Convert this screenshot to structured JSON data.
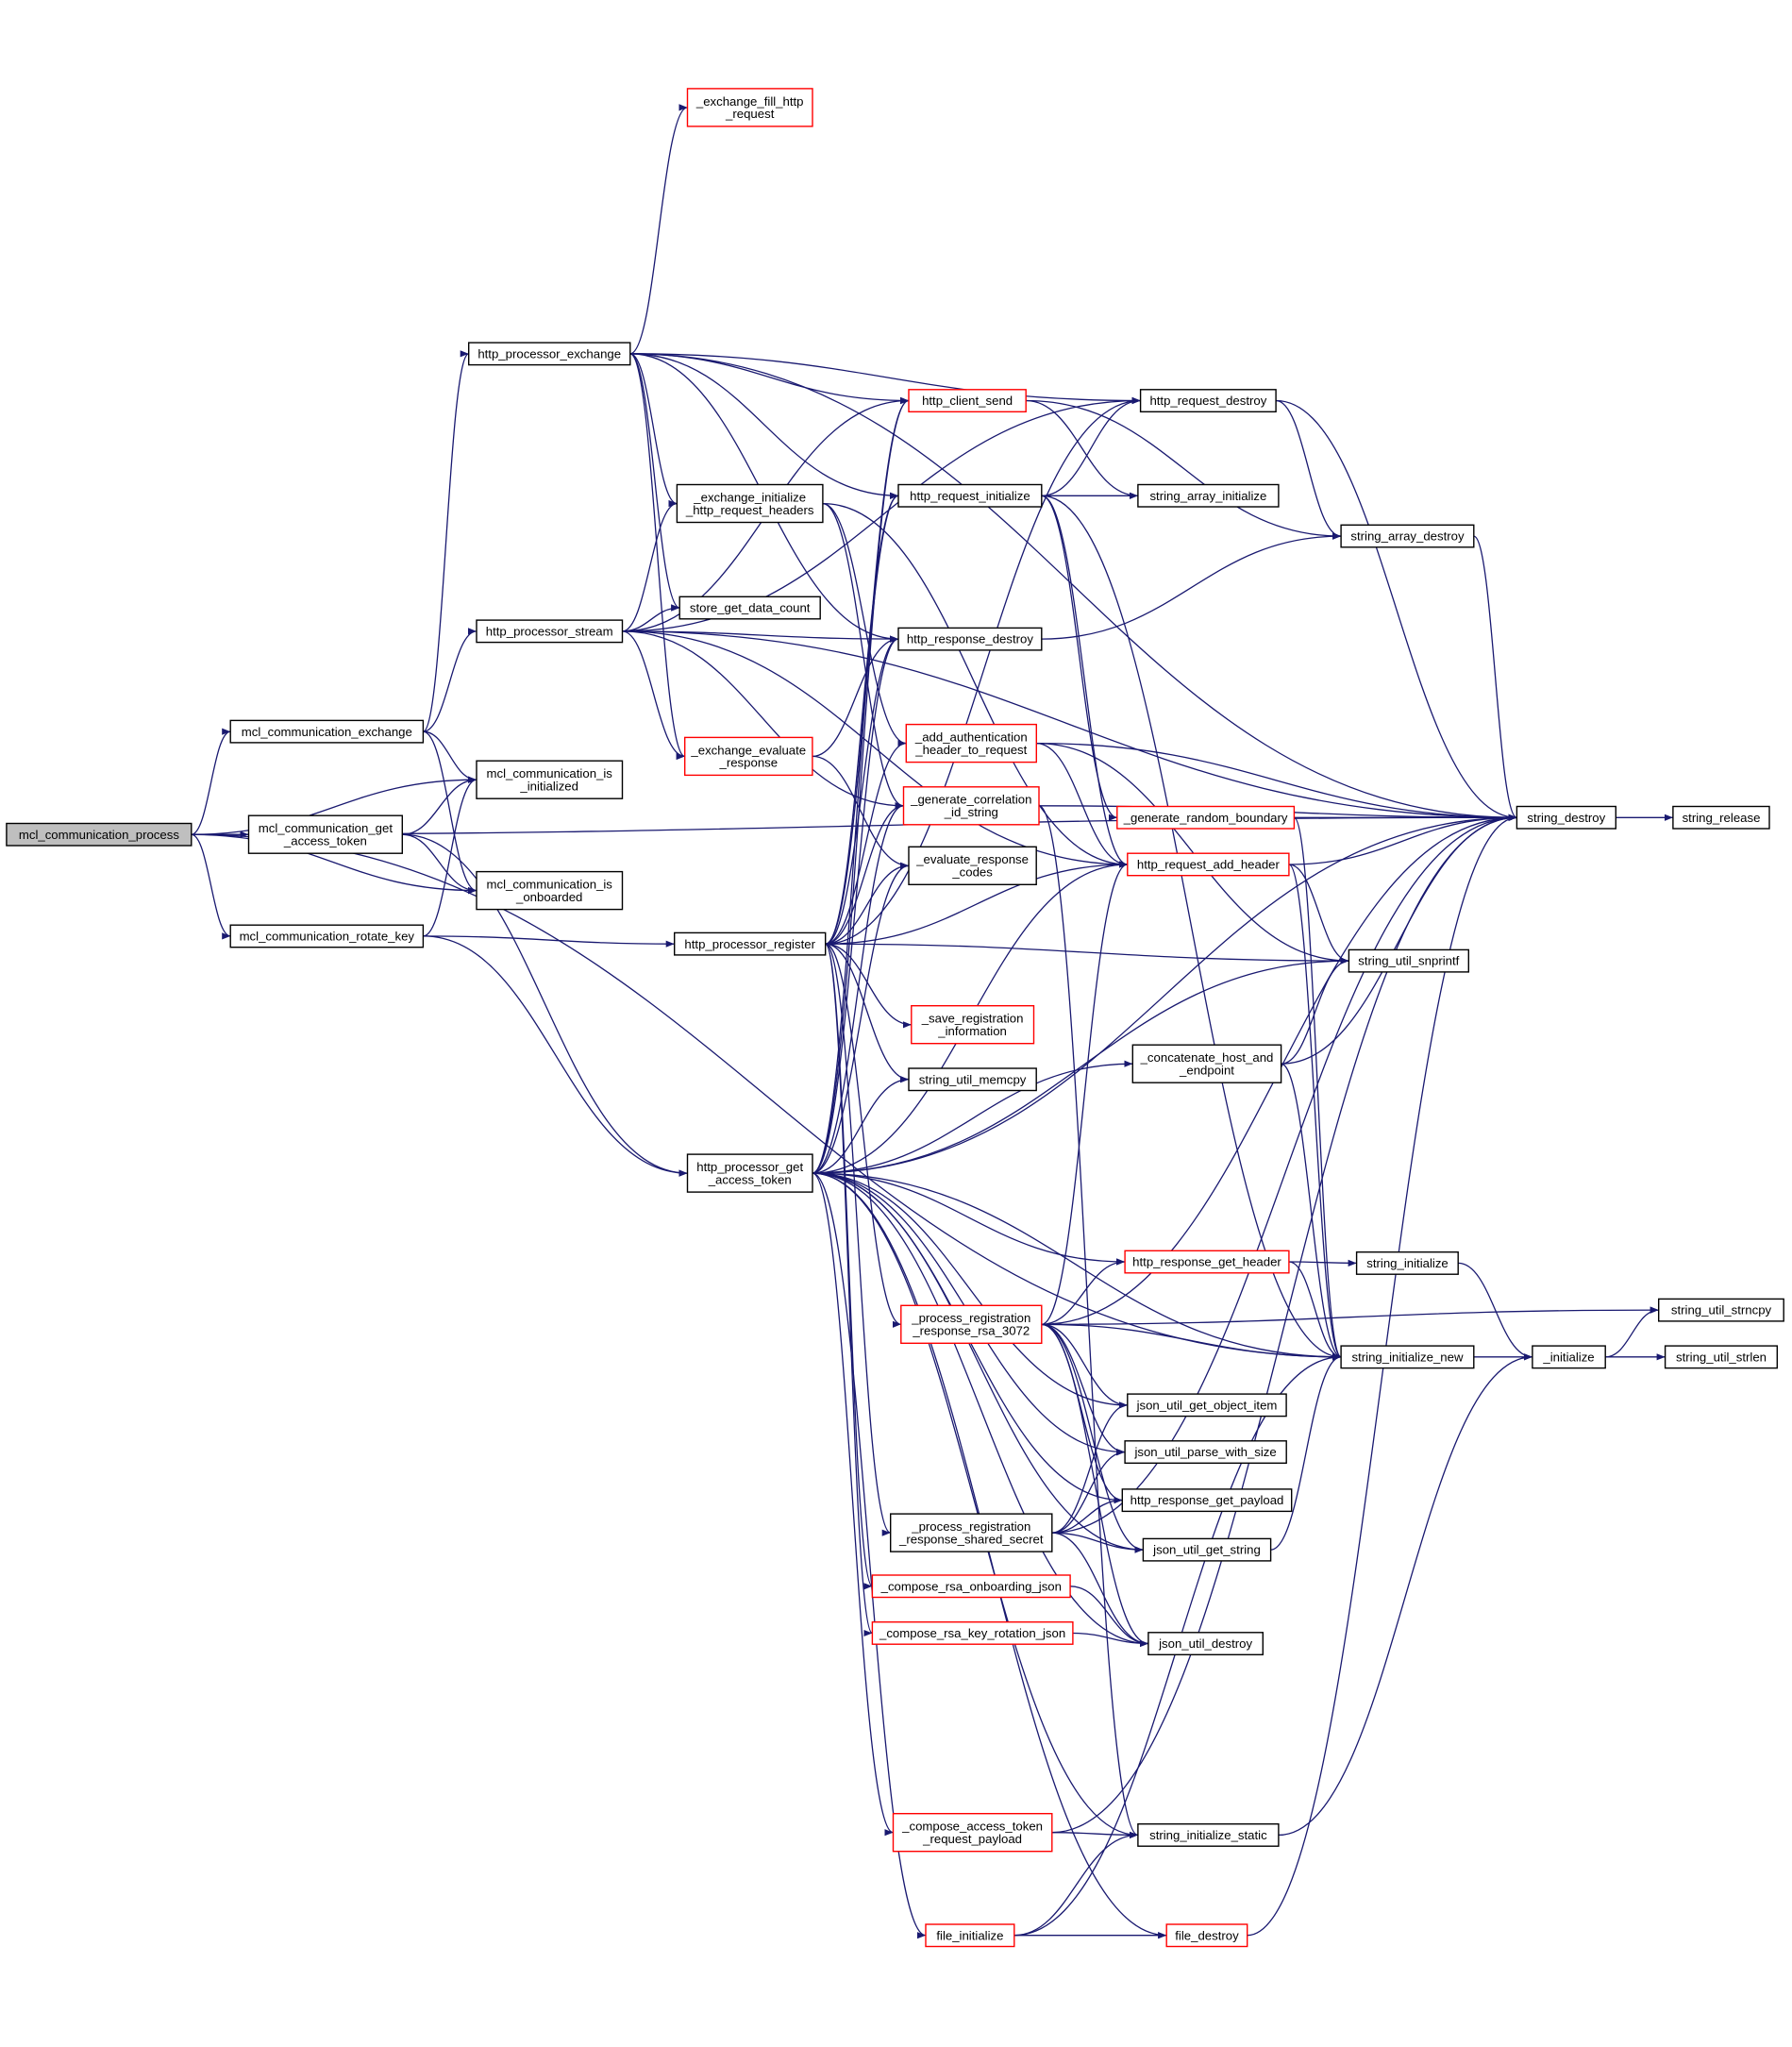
{
  "colors": {
    "edge": "#191970",
    "border_normal": "#000000",
    "border_truncated": "#ff0000",
    "root_fill": "#bfbfbf",
    "background": "#ffffff"
  },
  "nodes": [
    {
      "id": "mcl_communication_process",
      "lines": [
        "mcl_communication_process"
      ],
      "truncated": false,
      "root": true
    },
    {
      "id": "mcl_communication_exchange",
      "lines": [
        "mcl_communication_exchange"
      ],
      "truncated": false
    },
    {
      "id": "mcl_communication_get_access_token",
      "lines": [
        "mcl_communication_get",
        "_access_token"
      ],
      "truncated": false
    },
    {
      "id": "mcl_communication_rotate_key",
      "lines": [
        "mcl_communication_rotate_key"
      ],
      "truncated": false
    },
    {
      "id": "mcl_communication_is_initialized",
      "lines": [
        "mcl_communication_is",
        "_initialized"
      ],
      "truncated": false
    },
    {
      "id": "mcl_communication_is_onboarded",
      "lines": [
        "mcl_communication_is",
        "_onboarded"
      ],
      "truncated": false
    },
    {
      "id": "http_processor_exchange",
      "lines": [
        "http_processor_exchange"
      ],
      "truncated": false
    },
    {
      "id": "http_processor_stream",
      "lines": [
        "http_processor_stream"
      ],
      "truncated": false
    },
    {
      "id": "http_processor_register",
      "lines": [
        "http_processor_register"
      ],
      "truncated": false
    },
    {
      "id": "http_processor_get_access_token",
      "lines": [
        "http_processor_get",
        "_access_token"
      ],
      "truncated": false
    },
    {
      "id": "_exchange_fill_http_request",
      "lines": [
        "_exchange_fill_http",
        "_request"
      ],
      "truncated": true
    },
    {
      "id": "_exchange_initialize_http_request_headers",
      "lines": [
        "_exchange_initialize",
        "_http_request_headers"
      ],
      "truncated": false
    },
    {
      "id": "store_get_data_count",
      "lines": [
        "store_get_data_count"
      ],
      "truncated": false
    },
    {
      "id": "_exchange_evaluate_response",
      "lines": [
        "_exchange_evaluate",
        "_response"
      ],
      "truncated": true
    },
    {
      "id": "http_client_send",
      "lines": [
        "http_client_send"
      ],
      "truncated": true
    },
    {
      "id": "http_request_initialize",
      "lines": [
        "http_request_initialize"
      ],
      "truncated": false
    },
    {
      "id": "http_response_destroy",
      "lines": [
        "http_response_destroy"
      ],
      "truncated": false
    },
    {
      "id": "_add_authentication_header_to_request",
      "lines": [
        "_add_authentication",
        "_header_to_request"
      ],
      "truncated": true
    },
    {
      "id": "_generate_correlation_id_string",
      "lines": [
        "_generate_correlation",
        "_id_string"
      ],
      "truncated": true
    },
    {
      "id": "_evaluate_response_codes",
      "lines": [
        "_evaluate_response",
        "_codes"
      ],
      "truncated": false
    },
    {
      "id": "_save_registration_information",
      "lines": [
        "_save_registration",
        "_information"
      ],
      "truncated": true
    },
    {
      "id": "string_util_memcpy",
      "lines": [
        "string_util_memcpy"
      ],
      "truncated": false
    },
    {
      "id": "_process_registration_response_rsa_3072",
      "lines": [
        "_process_registration",
        "_response_rsa_3072"
      ],
      "truncated": true
    },
    {
      "id": "_process_registration_response_shared_secret",
      "lines": [
        "_process_registration",
        "_response_shared_secret"
      ],
      "truncated": false
    },
    {
      "id": "_compose_rsa_onboarding_json",
      "lines": [
        "_compose_rsa_onboarding_json"
      ],
      "truncated": true
    },
    {
      "id": "_compose_rsa_key_rotation_json",
      "lines": [
        "_compose_rsa_key_rotation_json"
      ],
      "truncated": true
    },
    {
      "id": "_compose_access_token_request_payload",
      "lines": [
        "_compose_access_token",
        "_request_payload"
      ],
      "truncated": true
    },
    {
      "id": "file_initialize",
      "lines": [
        "file_initialize"
      ],
      "truncated": true
    },
    {
      "id": "http_request_destroy",
      "lines": [
        "http_request_destroy"
      ],
      "truncated": false
    },
    {
      "id": "string_array_initialize",
      "lines": [
        "string_array_initialize"
      ],
      "truncated": false
    },
    {
      "id": "_generate_random_boundary",
      "lines": [
        "_generate_random_boundary"
      ],
      "truncated": true
    },
    {
      "id": "http_request_add_header",
      "lines": [
        "http_request_add_header"
      ],
      "truncated": true
    },
    {
      "id": "_concatenate_host_and_endpoint",
      "lines": [
        "_concatenate_host_and",
        "_endpoint"
      ],
      "truncated": false
    },
    {
      "id": "http_response_get_header",
      "lines": [
        "http_response_get_header"
      ],
      "truncated": true
    },
    {
      "id": "json_util_get_object_item",
      "lines": [
        "json_util_get_object_item"
      ],
      "truncated": false
    },
    {
      "id": "json_util_parse_with_size",
      "lines": [
        "json_util_parse_with_size"
      ],
      "truncated": false
    },
    {
      "id": "http_response_get_payload",
      "lines": [
        "http_response_get_payload"
      ],
      "truncated": false
    },
    {
      "id": "json_util_get_string",
      "lines": [
        "json_util_get_string"
      ],
      "truncated": false
    },
    {
      "id": "json_util_destroy",
      "lines": [
        "json_util_destroy"
      ],
      "truncated": false
    },
    {
      "id": "string_initialize_static",
      "lines": [
        "string_initialize_static"
      ],
      "truncated": false
    },
    {
      "id": "file_destroy",
      "lines": [
        "file_destroy"
      ],
      "truncated": true
    },
    {
      "id": "string_array_destroy",
      "lines": [
        "string_array_destroy"
      ],
      "truncated": false
    },
    {
      "id": "string_util_snprintf",
      "lines": [
        "string_util_snprintf"
      ],
      "truncated": false
    },
    {
      "id": "string_initialize",
      "lines": [
        "string_initialize"
      ],
      "truncated": false
    },
    {
      "id": "string_initialize_new",
      "lines": [
        "string_initialize_new"
      ],
      "truncated": false
    },
    {
      "id": "string_destroy",
      "lines": [
        "string_destroy"
      ],
      "truncated": false
    },
    {
      "id": "_initialize",
      "lines": [
        "_initialize"
      ],
      "truncated": false
    },
    {
      "id": "string_release",
      "lines": [
        "string_release"
      ],
      "truncated": false
    },
    {
      "id": "string_util_strncpy",
      "lines": [
        "string_util_strncpy"
      ],
      "truncated": false
    },
    {
      "id": "string_util_strlen",
      "lines": [
        "string_util_strlen"
      ],
      "truncated": false
    }
  ],
  "edges": [
    [
      "mcl_communication_process",
      "mcl_communication_exchange"
    ],
    [
      "mcl_communication_process",
      "mcl_communication_get_access_token"
    ],
    [
      "mcl_communication_process",
      "mcl_communication_is_initialized"
    ],
    [
      "mcl_communication_process",
      "mcl_communication_is_onboarded"
    ],
    [
      "mcl_communication_process",
      "mcl_communication_rotate_key"
    ],
    [
      "mcl_communication_process",
      "string_destroy"
    ],
    [
      "mcl_communication_process",
      "string_initialize_new"
    ],
    [
      "mcl_communication_exchange",
      "http_processor_exchange"
    ],
    [
      "mcl_communication_exchange",
      "http_processor_stream"
    ],
    [
      "mcl_communication_exchange",
      "mcl_communication_is_initialized"
    ],
    [
      "mcl_communication_exchange",
      "mcl_communication_is_onboarded"
    ],
    [
      "mcl_communication_get_access_token",
      "http_processor_get_access_token"
    ],
    [
      "mcl_communication_get_access_token",
      "mcl_communication_is_initialized"
    ],
    [
      "mcl_communication_get_access_token",
      "mcl_communication_is_onboarded"
    ],
    [
      "mcl_communication_rotate_key",
      "http_processor_register"
    ],
    [
      "mcl_communication_rotate_key",
      "http_processor_get_access_token"
    ],
    [
      "mcl_communication_rotate_key",
      "mcl_communication_is_initialized"
    ],
    [
      "http_processor_exchange",
      "_exchange_fill_http_request"
    ],
    [
      "http_processor_exchange",
      "_exchange_initialize_http_request_headers"
    ],
    [
      "http_processor_exchange",
      "store_get_data_count"
    ],
    [
      "http_processor_exchange",
      "_exchange_evaluate_response"
    ],
    [
      "http_processor_exchange",
      "http_client_send"
    ],
    [
      "http_processor_exchange",
      "http_request_initialize"
    ],
    [
      "http_processor_exchange",
      "http_request_destroy"
    ],
    [
      "http_processor_exchange",
      "http_response_destroy"
    ],
    [
      "http_processor_exchange",
      "string_destroy"
    ],
    [
      "http_processor_stream",
      "_exchange_initialize_http_request_headers"
    ],
    [
      "http_processor_stream",
      "store_get_data_count"
    ],
    [
      "http_processor_stream",
      "_exchange_evaluate_response"
    ],
    [
      "http_processor_stream",
      "http_client_send"
    ],
    [
      "http_processor_stream",
      "http_request_destroy"
    ],
    [
      "http_processor_stream",
      "http_response_destroy"
    ],
    [
      "http_processor_stream",
      "_generate_correlation_id_string"
    ],
    [
      "http_processor_stream",
      "http_request_add_header"
    ],
    [
      "http_processor_stream",
      "string_destroy"
    ],
    [
      "http_processor_register",
      "http_client_send"
    ],
    [
      "http_processor_register",
      "http_request_initialize"
    ],
    [
      "http_processor_register",
      "http_response_destroy"
    ],
    [
      "http_processor_register",
      "_add_authentication_header_to_request"
    ],
    [
      "http_processor_register",
      "_generate_correlation_id_string"
    ],
    [
      "http_processor_register",
      "_evaluate_response_codes"
    ],
    [
      "http_processor_register",
      "_save_registration_information"
    ],
    [
      "http_processor_register",
      "string_util_memcpy"
    ],
    [
      "http_processor_register",
      "_process_registration_response_rsa_3072"
    ],
    [
      "http_processor_register",
      "_process_registration_response_shared_secret"
    ],
    [
      "http_processor_register",
      "_compose_rsa_onboarding_json"
    ],
    [
      "http_processor_register",
      "_compose_rsa_key_rotation_json"
    ],
    [
      "http_processor_register",
      "http_request_add_header"
    ],
    [
      "http_processor_register",
      "string_util_snprintf"
    ],
    [
      "http_processor_register",
      "http_request_destroy"
    ],
    [
      "http_processor_get_access_token",
      "http_client_send"
    ],
    [
      "http_processor_get_access_token",
      "http_request_initialize"
    ],
    [
      "http_processor_get_access_token",
      "http_response_destroy"
    ],
    [
      "http_processor_get_access_token",
      "_generate_correlation_id_string"
    ],
    [
      "http_processor_get_access_token",
      "_evaluate_response_codes"
    ],
    [
      "http_processor_get_access_token",
      "string_util_memcpy"
    ],
    [
      "http_processor_get_access_token",
      "_compose_access_token_request_payload"
    ],
    [
      "http_processor_get_access_token",
      "file_initialize"
    ],
    [
      "http_processor_get_access_token",
      "file_destroy"
    ],
    [
      "http_processor_get_access_token",
      "http_response_get_header"
    ],
    [
      "http_processor_get_access_token",
      "json_util_get_object_item"
    ],
    [
      "http_processor_get_access_token",
      "json_util_parse_with_size"
    ],
    [
      "http_processor_get_access_token",
      "http_response_get_payload"
    ],
    [
      "http_processor_get_access_token",
      "json_util_get_string"
    ],
    [
      "http_processor_get_access_token",
      "json_util_destroy"
    ],
    [
      "http_processor_get_access_token",
      "string_initialize_static"
    ],
    [
      "http_processor_get_access_token",
      "string_destroy"
    ],
    [
      "http_processor_get_access_token",
      "_concatenate_host_and_endpoint"
    ],
    [
      "http_processor_get_access_token",
      "string_util_snprintf"
    ],
    [
      "http_processor_get_access_token",
      "http_request_add_header"
    ],
    [
      "http_processor_get_access_token",
      "string_initialize_new"
    ],
    [
      "_exchange_initialize_http_request_headers",
      "_add_authentication_header_to_request"
    ],
    [
      "_exchange_initialize_http_request_headers",
      "_generate_correlation_id_string"
    ],
    [
      "_exchange_initialize_http_request_headers",
      "http_request_add_header"
    ],
    [
      "_exchange_evaluate_response",
      "_evaluate_response_codes"
    ],
    [
      "_exchange_evaluate_response",
      "http_response_destroy"
    ],
    [
      "http_client_send",
      "string_array_initialize"
    ],
    [
      "http_client_send",
      "string_array_destroy"
    ],
    [
      "http_request_initialize",
      "http_request_destroy"
    ],
    [
      "http_request_initialize",
      "string_array_initialize"
    ],
    [
      "http_request_initialize",
      "_generate_random_boundary"
    ],
    [
      "http_request_initialize",
      "http_request_add_header"
    ],
    [
      "http_request_initialize",
      "string_initialize_new"
    ],
    [
      "http_response_destroy",
      "string_array_destroy"
    ],
    [
      "_add_authentication_header_to_request",
      "http_request_add_header"
    ],
    [
      "_add_authentication_header_to_request",
      "string_util_snprintf"
    ],
    [
      "_add_authentication_header_to_request",
      "string_destroy"
    ],
    [
      "_generate_correlation_id_string",
      "string_destroy"
    ],
    [
      "_generate_correlation_id_string",
      "string_initialize_static"
    ],
    [
      "_process_registration_response_rsa_3072",
      "http_response_get_header"
    ],
    [
      "_process_registration_response_rsa_3072",
      "json_util_get_object_item"
    ],
    [
      "_process_registration_response_rsa_3072",
      "json_util_parse_with_size"
    ],
    [
      "_process_registration_response_rsa_3072",
      "http_response_get_payload"
    ],
    [
      "_process_registration_response_rsa_3072",
      "json_util_get_string"
    ],
    [
      "_process_registration_response_rsa_3072",
      "json_util_destroy"
    ],
    [
      "_process_registration_response_rsa_3072",
      "string_util_strncpy"
    ],
    [
      "_process_registration_response_rsa_3072",
      "string_initialize_new"
    ],
    [
      "_process_registration_response_rsa_3072",
      "http_request_add_header"
    ],
    [
      "_process_registration_response_rsa_3072",
      "string_destroy"
    ],
    [
      "_process_registration_response_shared_secret",
      "json_util_get_object_item"
    ],
    [
      "_process_registration_response_shared_secret",
      "json_util_parse_with_size"
    ],
    [
      "_process_registration_response_shared_secret",
      "http_response_get_payload"
    ],
    [
      "_process_registration_response_shared_secret",
      "json_util_get_string"
    ],
    [
      "_process_registration_response_shared_secret",
      "json_util_destroy"
    ],
    [
      "_process_registration_response_shared_secret",
      "string_destroy"
    ],
    [
      "_compose_rsa_onboarding_json",
      "json_util_destroy"
    ],
    [
      "_compose_rsa_key_rotation_json",
      "json_util_destroy"
    ],
    [
      "_compose_access_token_request_payload",
      "string_initialize_static"
    ],
    [
      "_compose_access_token_request_payload",
      "string_destroy"
    ],
    [
      "file_initialize",
      "string_initialize_static"
    ],
    [
      "file_initialize",
      "file_destroy"
    ],
    [
      "file_initialize",
      "string_initialize_new"
    ],
    [
      "file_destroy",
      "string_destroy"
    ],
    [
      "http_request_destroy",
      "string_array_destroy"
    ],
    [
      "http_request_destroy",
      "string_destroy"
    ],
    [
      "string_array_destroy",
      "string_destroy"
    ],
    [
      "_generate_random_boundary",
      "string_destroy"
    ],
    [
      "_generate_random_boundary",
      "string_initialize_new"
    ],
    [
      "http_request_add_header",
      "string_util_snprintf"
    ],
    [
      "http_request_add_header",
      "string_initialize_new"
    ],
    [
      "http_request_add_header",
      "string_destroy"
    ],
    [
      "_concatenate_host_and_endpoint",
      "string_util_snprintf"
    ],
    [
      "_concatenate_host_and_endpoint",
      "string_initialize_new"
    ],
    [
      "_concatenate_host_and_endpoint",
      "string_destroy"
    ],
    [
      "http_response_get_header",
      "string_initialize"
    ],
    [
      "http_response_get_header",
      "string_initialize_new"
    ],
    [
      "json_util_get_string",
      "string_initialize_new"
    ],
    [
      "string_initialize_static",
      "_initialize"
    ],
    [
      "string_initialize",
      "_initialize"
    ],
    [
      "string_initialize_new",
      "_initialize"
    ],
    [
      "string_destroy",
      "string_release"
    ],
    [
      "_initialize",
      "string_util_strncpy"
    ],
    [
      "_initialize",
      "string_util_strlen"
    ]
  ]
}
